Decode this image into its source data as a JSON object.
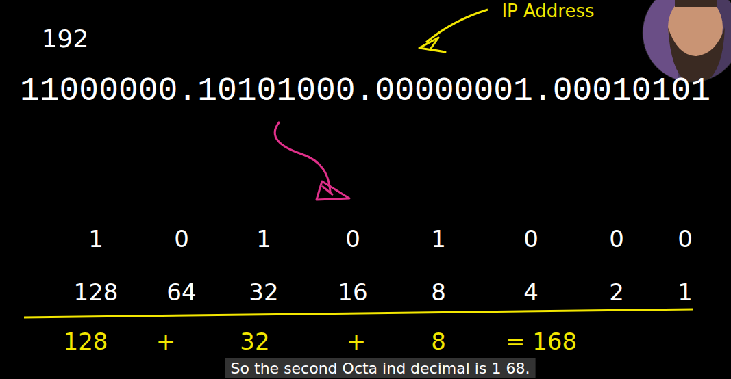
{
  "diagram": {
    "caption": "So the second Octa ind decimal is 1 68.",
    "labels": [
      "192",
      "IP Address",
      "11000000.10101000.00000001.00010101",
      "1",
      "0",
      "1",
      "0",
      "1",
      "0",
      "0",
      "0",
      "128",
      "64",
      "32",
      "16",
      "8",
      "4",
      "2",
      "1",
      "128",
      "+",
      "32",
      "+",
      "8",
      "= 168"
    ]
  }
}
